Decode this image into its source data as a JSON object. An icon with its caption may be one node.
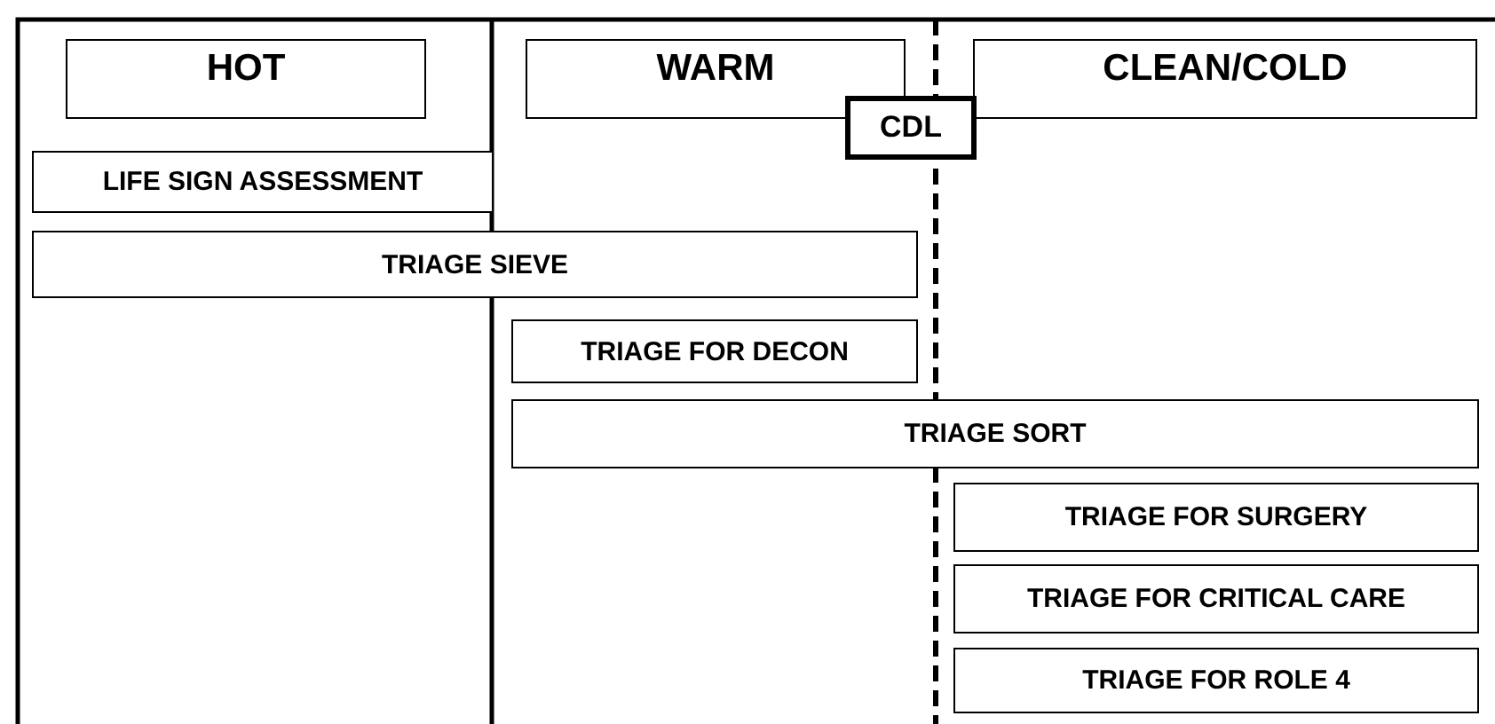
{
  "diagram": {
    "nodes": [
      {
        "text": [
          "HOT"
        ]
      },
      {
        "text": [
          "WARM"
        ]
      },
      {
        "text": [
          "CLEAN/COLD"
        ]
      },
      {
        "text": [
          "CDL"
        ]
      },
      {
        "text": [
          "LIFE SIGN ASSESSMENT"
        ]
      },
      {
        "text": [
          "TRIAGE SIEVE"
        ]
      },
      {
        "text": [
          "TRIAGE FOR DECON"
        ]
      },
      {
        "text": [
          "TRIAGE SORT"
        ]
      },
      {
        "text": [
          "TRIAGE FOR SURGERY"
        ]
      },
      {
        "text": [
          "TRIAGE FOR CRITICAL CARE"
        ]
      },
      {
        "text": [
          "TRIAGE FOR ROLE 4"
        ]
      }
    ]
  }
}
